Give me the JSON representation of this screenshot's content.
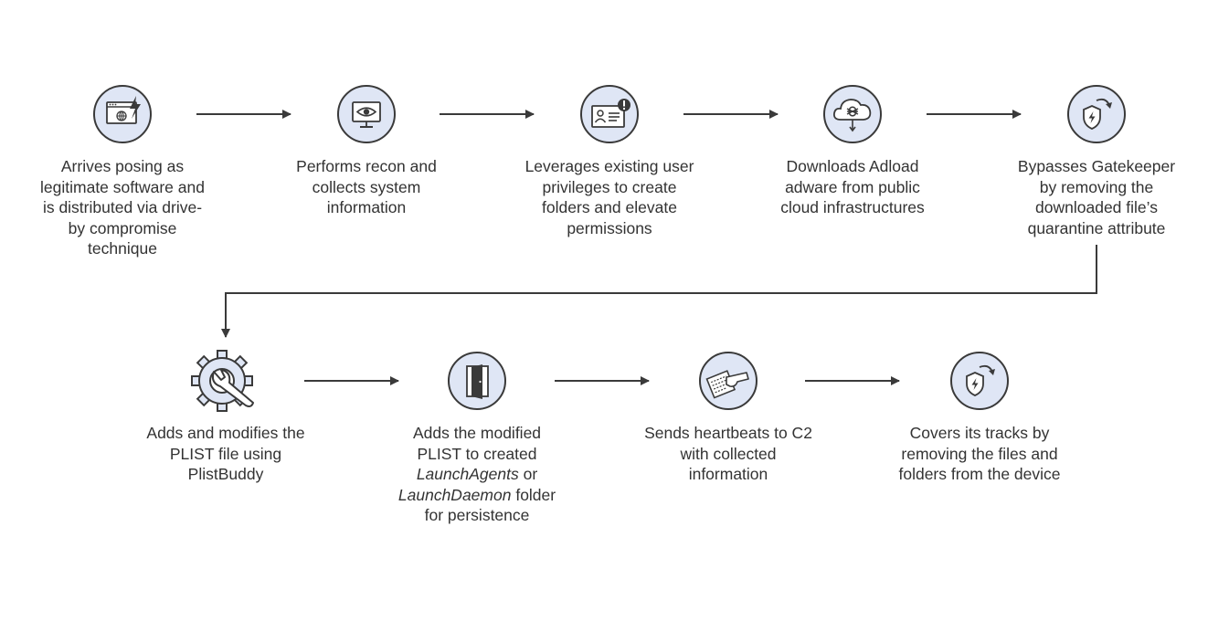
{
  "colors": {
    "stroke": "#3a3a3a",
    "icon_fill": "#dfe6f5",
    "text": "#333333"
  },
  "steps": [
    {
      "icon": "browser-lightning-icon",
      "text": "Arrives posing as legitimate software and is distributed via drive-by compromise technique"
    },
    {
      "icon": "monitor-eye-icon",
      "text": "Performs recon and collects system information"
    },
    {
      "icon": "id-card-alert-icon",
      "text": "Leverages existing user privileges to create folders and elevate permissions"
    },
    {
      "icon": "cloud-bug-download-icon",
      "text": "Downloads Adload adware from public cloud infrastructures"
    },
    {
      "icon": "shield-refresh-icon",
      "text": "Bypasses Gatekeeper by removing the downloaded file’s quarantine attribute"
    },
    {
      "icon": "gear-wrench-icon",
      "text": "Adds and modifies the PLIST file using PlistBuddy"
    },
    {
      "icon": "open-door-icon",
      "text_a": "Adds the modified PLIST to created",
      "text_b": "LaunchAgents",
      "text_c": "or",
      "text_d": "LaunchDaemon",
      "text_e": "folder for persistence"
    },
    {
      "icon": "card-to-hand-icon",
      "text": "Sends heartbeats to C2 with collected information"
    },
    {
      "icon": "shield-refresh-icon",
      "text": "Covers its tracks by removing the files and folders from the device"
    }
  ]
}
